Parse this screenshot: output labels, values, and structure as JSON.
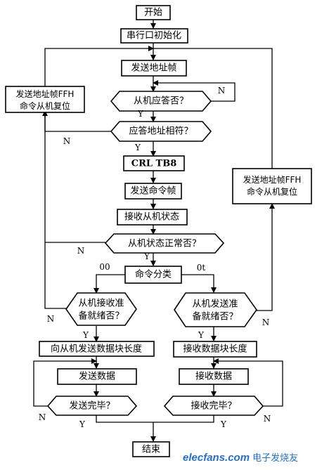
{
  "nodes": {
    "start": "开始",
    "init": "串行口初始化",
    "send_addr": "发送地址帧",
    "slave_ack": "从机应答否？",
    "addr_match": "应答地址相符？",
    "reset_left_1": "发送地址帧FFH",
    "reset_left_2": "命令从机复位",
    "clr_tb8": "CRL TB8",
    "send_cmd": "发送命令帧",
    "recv_status": "接收从机状态",
    "status_ok": "从机状态正常否？",
    "cmd_class": "命令分类",
    "reset_right_1": "发送地址帧FFH",
    "reset_right_2": "命令从机复位",
    "slave_recv_ready_1": "从机接收准",
    "slave_recv_ready_2": "备就绪否？",
    "slave_send_ready_1": "从机发送准",
    "slave_send_ready_2": "备就绪否？",
    "send_len": "向从机发送数据块长度",
    "recv_len": "接收数据块长度",
    "send_data": "发送数据",
    "recv_data": "接收数据",
    "send_done": "发送完毕？",
    "recv_done": "接收完毕？",
    "end": "结束"
  },
  "edge_labels": {
    "yes": "Y",
    "no": "N",
    "branch_00": "00",
    "branch_01": "0t"
  },
  "watermark": {
    "site": "elecfans",
    "domain": ".com",
    "cjk": "电子发烧友"
  }
}
